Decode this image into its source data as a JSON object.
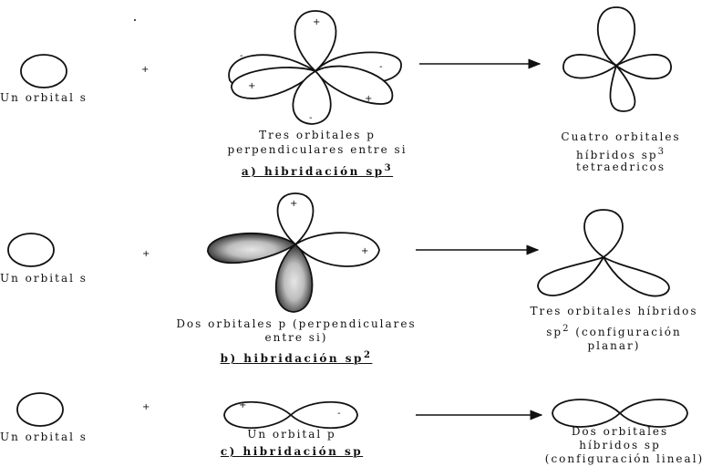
{
  "rows": [
    {
      "s_label": "Un orbital s",
      "p_label_1": "Tres orbitales p",
      "p_label_2": "perpendiculares entre si",
      "caption": "a) hibridación sp",
      "caption_sup": "3",
      "result_1": "Cuatro orbitales",
      "result_2": "híbridos sp",
      "result_2_sup": "3",
      "result_3": "tetraedricos"
    },
    {
      "s_label": "Un orbital s",
      "p_label_1": "Dos orbitales p (perpendiculares",
      "p_label_2": "entre si)",
      "caption": "b) hibridación sp",
      "caption_sup": "2",
      "result_1": "Tres orbitales híbridos",
      "result_2": "sp",
      "result_2_sup": "2",
      "result_2_tail": " (configuración",
      "result_3": "planar)"
    },
    {
      "s_label": "Un orbital s",
      "p_label_1": "Un orbital p",
      "caption": "c) hibridación sp",
      "result_1": "Dos orbitales",
      "result_2": "híbridos sp",
      "result_3": "(configuración lineal)"
    }
  ],
  "symbols": {
    "plus": "+",
    "minus": "-"
  },
  "colors": {
    "line": "#111111",
    "shade_dark": "#151515",
    "shade_light": "#d8d8d8"
  }
}
